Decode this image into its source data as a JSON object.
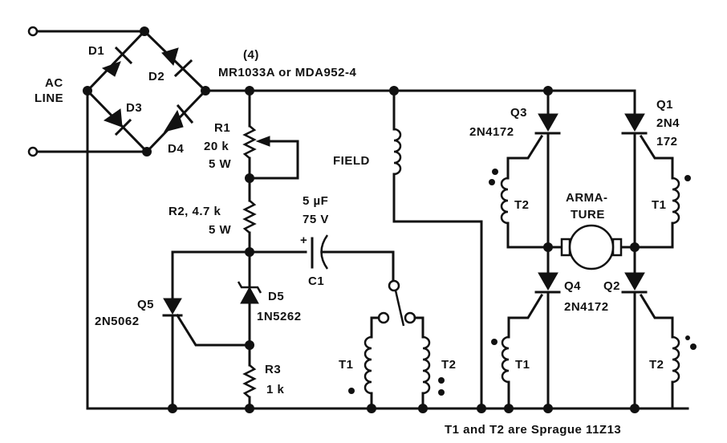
{
  "diagram": {
    "type": "circuit-schematic",
    "title_note": "T1 and T2 are Sprague 11Z13",
    "input": {
      "label_line1": "AC",
      "label_line2": "LINE"
    },
    "bridge": {
      "quantity": "(4)",
      "part": "MR1033A  or MDA952-4",
      "diodes": [
        "D1",
        "D2",
        "D3",
        "D4"
      ]
    },
    "r1": {
      "name": "R1",
      "value": "20 k",
      "power": "5 W"
    },
    "r2": {
      "name_value": "R2, 4.7 k",
      "power": "5 W"
    },
    "r3": {
      "name": "R3",
      "value": "1 k"
    },
    "c1": {
      "name": "C1",
      "value": "5 µF",
      "voltage": "75 V",
      "polarity": "+"
    },
    "d5": {
      "name": "D5",
      "part": "1N5262"
    },
    "q5": {
      "name": "Q5",
      "part": "2N5062"
    },
    "field": {
      "label": "FIELD"
    },
    "armature": {
      "line1": "ARMA-",
      "line2": "TURE"
    },
    "q3": {
      "name": "Q3",
      "part": "2N4172"
    },
    "q1": {
      "name": "Q1",
      "part_line1": "2N4",
      "part_line2": "172"
    },
    "q4": {
      "name": "Q4"
    },
    "q2": {
      "name": "Q2"
    },
    "q2q4_part": "2N4172",
    "transformer_labels": {
      "t1": "T1",
      "t2": "T2"
    }
  }
}
